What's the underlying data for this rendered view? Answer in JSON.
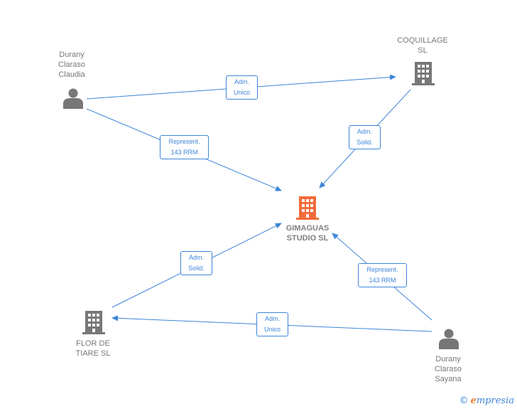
{
  "colors": {
    "edge": "#3d85d8",
    "person": "#777777",
    "company": "#777777",
    "company_focus": "#f26b3a"
  },
  "nodes": {
    "durany_claudia": {
      "label": "Durany\nClaraso\nClaudia",
      "icon": "person-icon"
    },
    "coquillage": {
      "label": "COQUILLAGE\nSL",
      "icon": "building-icon"
    },
    "gimaguas": {
      "label": "GIMAGUAS\nSTUDIO  SL",
      "icon": "building-icon"
    },
    "flor_de_tiare": {
      "label": "FLOR DE\nTIARE  SL",
      "icon": "building-icon"
    },
    "durany_sayana": {
      "label": "Durany\nClaraso\nSayana",
      "icon": "person-icon"
    }
  },
  "edges": {
    "claudia_coquillage": {
      "label": "Adm.\nUnico"
    },
    "claudia_gimaguas": {
      "label": "Represent.\n143 RRM"
    },
    "coquillage_gimaguas": {
      "label": "Adm.\nSolid."
    },
    "flor_gimaguas": {
      "label": "Adm.\nSolid."
    },
    "sayana_gimaguas": {
      "label": "Represent.\n143 RRM"
    },
    "sayana_flor": {
      "label": "Adm.\nUnico"
    }
  },
  "footer": {
    "copyright": "©",
    "brand_first": "e",
    "brand_rest": "mpresia"
  }
}
